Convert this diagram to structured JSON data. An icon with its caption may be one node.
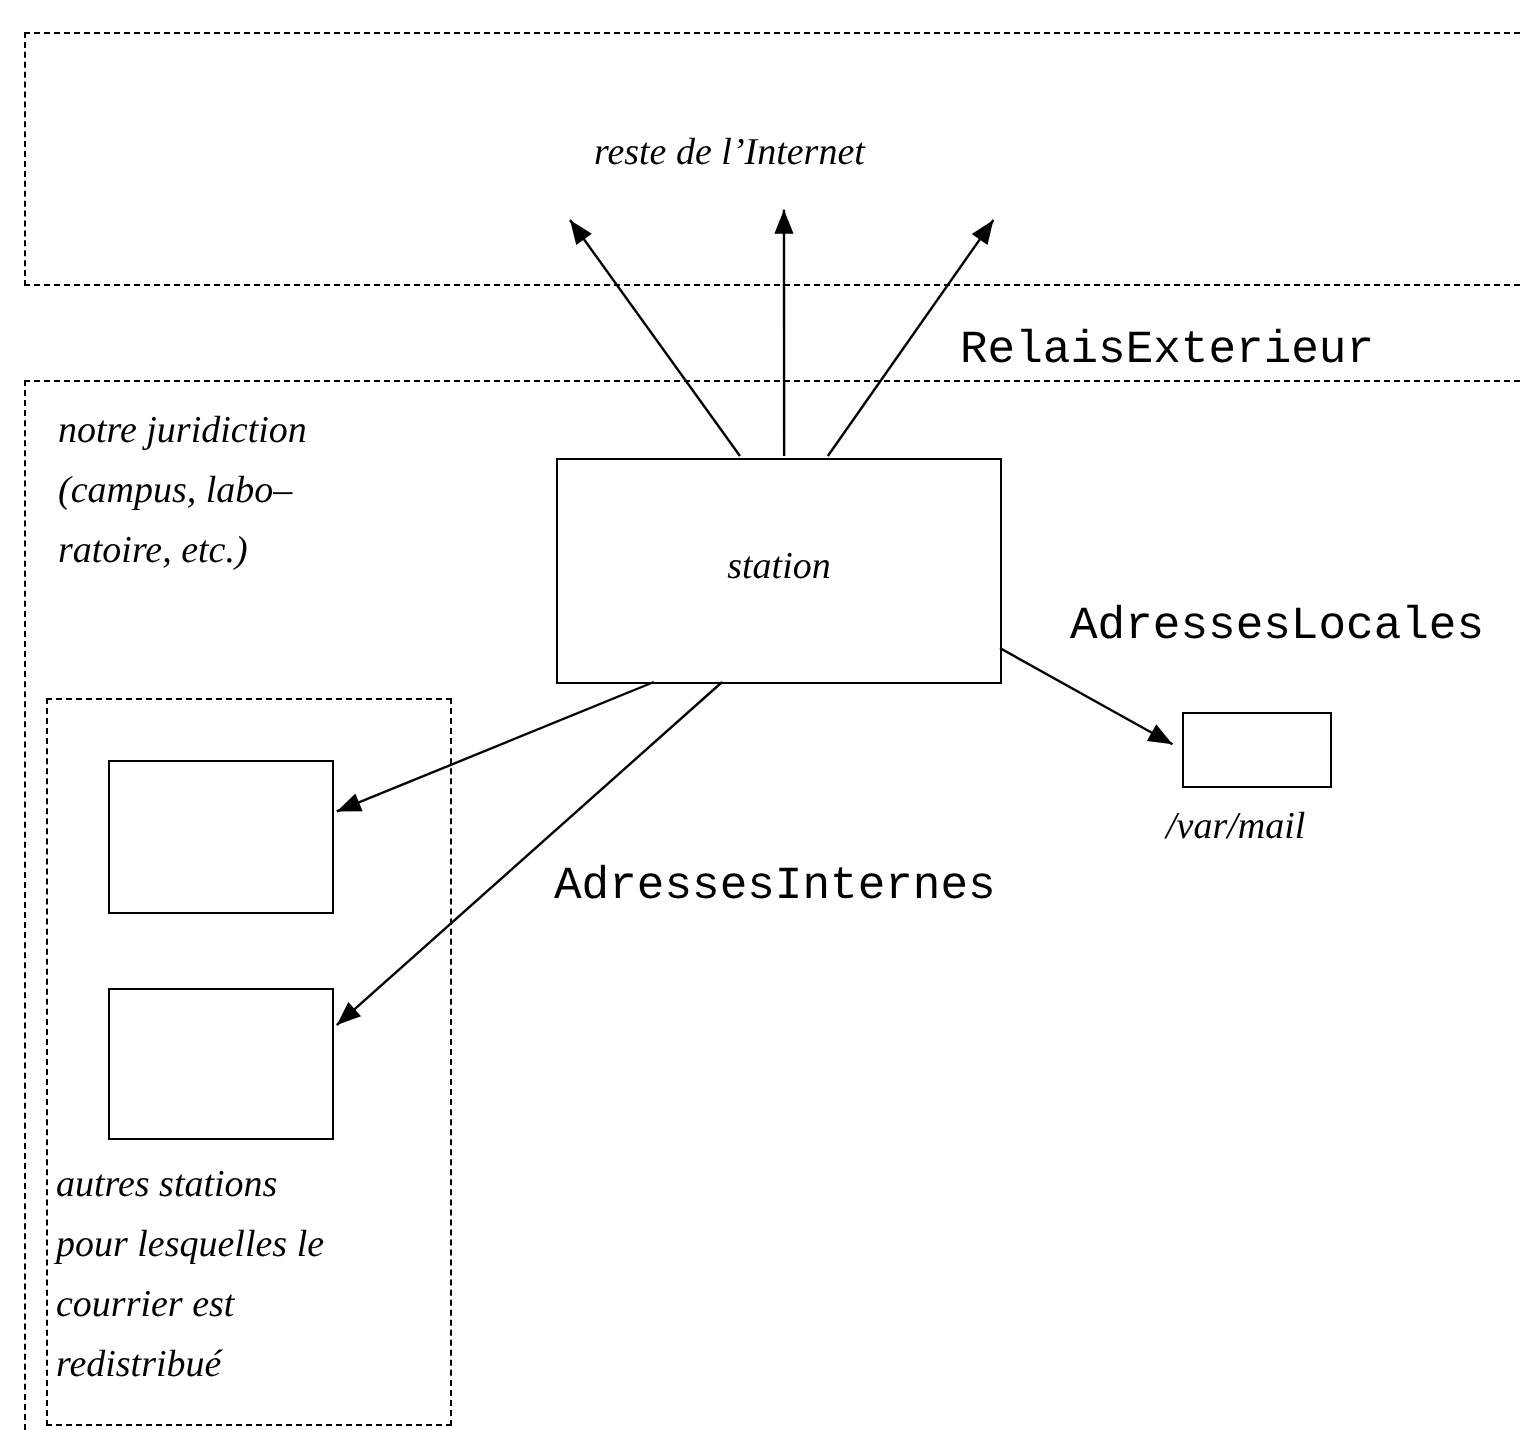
{
  "diagram": {
    "nodes": [
      {
        "text": [
          "reste de l’Internet"
        ]
      },
      {
        "text": [
          "notre juridiction (campus, labo– ratoire, etc.)"
        ]
      },
      {
        "text": [
          "station"
        ],
        "in": 1
      },
      {
        "text": [
          "autres stations pour lesquelles le courrier est redistribué"
        ],
        "in": 1
      },
      {
        "text": [],
        "shape": "box",
        "in": 3
      },
      {
        "text": [],
        "shape": "box",
        "in": 3
      },
      {
        "text": [],
        "shape": "box",
        "in": 1,
        "beside": [
          "/var/mail"
        ]
      }
    ],
    "edges": [
      {
        "from": 2,
        "to": 0,
        "arrow": "to"
      },
      {
        "from": 2,
        "to": 0,
        "arrow": "to"
      },
      {
        "from": 2,
        "to": 0,
        "arrow": "to",
        "label": "RelaisExterieur"
      },
      {
        "from": 2,
        "to": 4,
        "arrow": "to"
      },
      {
        "from": 2,
        "to": 5,
        "arrow": "to",
        "label": "AdressesInternes"
      },
      {
        "from": 2,
        "to": 6,
        "arrow": "to",
        "label": "AdressesLocales"
      }
    ]
  }
}
